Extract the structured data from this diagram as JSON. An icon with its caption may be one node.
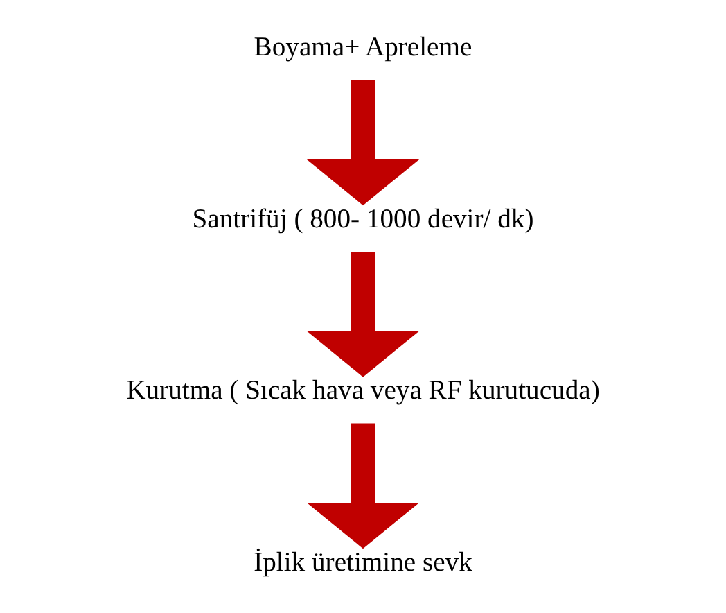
{
  "diagram": {
    "nodes": [
      {
        "text": [
          "Boyama+ Apreleme"
        ]
      },
      {
        "text": [
          "Santrifüj ( 800- 1000 devir/ dk)"
        ]
      },
      {
        "text": [
          "Kurutma ( Sıcak hava veya RF kurutucuda)"
        ]
      },
      {
        "text": [
          "İplik üretimine sevk"
        ]
      }
    ],
    "edges": [
      {
        "from": 0,
        "to": 1,
        "arrow": "to"
      },
      {
        "from": 1,
        "to": 2,
        "arrow": "to"
      },
      {
        "from": 2,
        "to": 3,
        "arrow": "to"
      }
    ]
  }
}
